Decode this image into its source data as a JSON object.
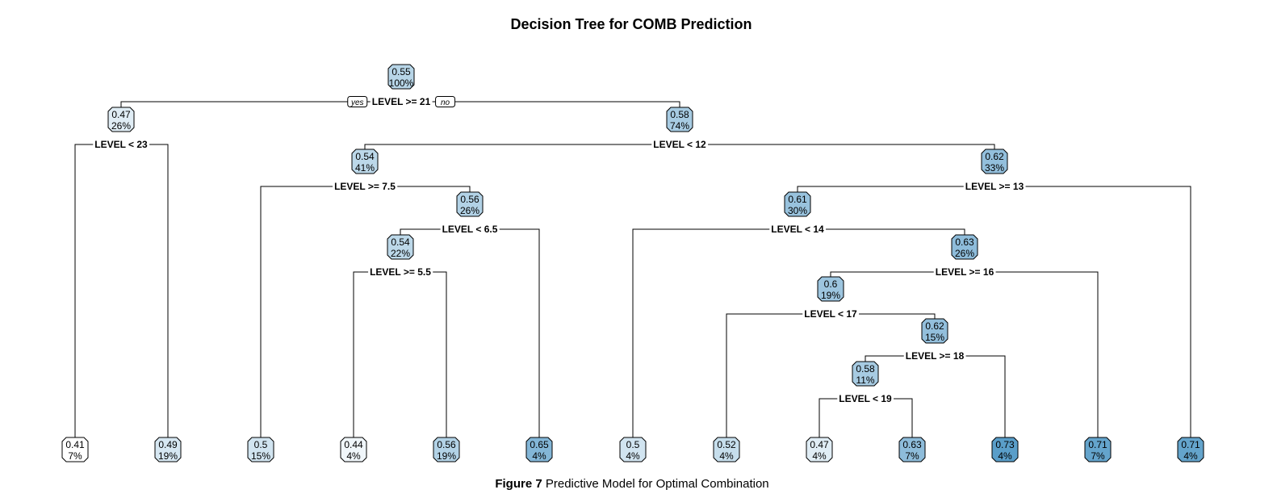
{
  "title": "Decision Tree for COMB Prediction",
  "caption": {
    "label": "Figure 7",
    "text": "Predictive Model for Optimal Combination"
  },
  "branch_labels": {
    "yes": "yes",
    "no": "no"
  },
  "colors": {
    "low": "#ffffff",
    "high": "#5a9ec9"
  },
  "tree": {
    "nodes": [
      {
        "id": "n0",
        "value": "0.55",
        "pct": "100%",
        "split": "LEVEL >= 21"
      },
      {
        "id": "n1",
        "value": "0.47",
        "pct": "26%",
        "split": "LEVEL < 23"
      },
      {
        "id": "n2",
        "value": "0.58",
        "pct": "74%",
        "split": "LEVEL < 12"
      },
      {
        "id": "n3",
        "value": "0.54",
        "pct": "41%",
        "split": "LEVEL >= 7.5"
      },
      {
        "id": "n4",
        "value": "0.62",
        "pct": "33%",
        "split": "LEVEL >= 13"
      },
      {
        "id": "n5",
        "value": "0.56",
        "pct": "26%",
        "split": "LEVEL < 6.5"
      },
      {
        "id": "n6",
        "value": "0.54",
        "pct": "22%",
        "split": "LEVEL >= 5.5"
      },
      {
        "id": "n7",
        "value": "0.61",
        "pct": "30%",
        "split": "LEVEL < 14"
      },
      {
        "id": "n8",
        "value": "0.63",
        "pct": "26%",
        "split": "LEVEL >= 16"
      },
      {
        "id": "n9",
        "value": "0.6",
        "pct": "19%",
        "split": "LEVEL < 17"
      },
      {
        "id": "n10",
        "value": "0.62",
        "pct": "15%",
        "split": "LEVEL >= 18"
      },
      {
        "id": "n11",
        "value": "0.58",
        "pct": "11%",
        "split": "LEVEL < 19"
      },
      {
        "id": "l1",
        "value": "0.41",
        "pct": "7%"
      },
      {
        "id": "l2",
        "value": "0.49",
        "pct": "19%"
      },
      {
        "id": "l3",
        "value": "0.5",
        "pct": "15%"
      },
      {
        "id": "l4",
        "value": "0.44",
        "pct": "4%"
      },
      {
        "id": "l5",
        "value": "0.56",
        "pct": "19%"
      },
      {
        "id": "l6",
        "value": "0.65",
        "pct": "4%"
      },
      {
        "id": "l7",
        "value": "0.5",
        "pct": "4%"
      },
      {
        "id": "l8",
        "value": "0.52",
        "pct": "4%"
      },
      {
        "id": "l9",
        "value": "0.47",
        "pct": "4%"
      },
      {
        "id": "l10",
        "value": "0.63",
        "pct": "7%"
      },
      {
        "id": "l11",
        "value": "0.73",
        "pct": "4%"
      },
      {
        "id": "l12",
        "value": "0.71",
        "pct": "7%"
      },
      {
        "id": "l13",
        "value": "0.71",
        "pct": "4%"
      }
    ],
    "edges": [
      [
        "n0",
        "n1"
      ],
      [
        "n0",
        "n2"
      ],
      [
        "n1",
        "l1"
      ],
      [
        "n1",
        "l2"
      ],
      [
        "n2",
        "n3"
      ],
      [
        "n2",
        "n4"
      ],
      [
        "n3",
        "l3"
      ],
      [
        "n3",
        "n5"
      ],
      [
        "n5",
        "n6"
      ],
      [
        "n5",
        "l6"
      ],
      [
        "n6",
        "l4"
      ],
      [
        "n6",
        "l5"
      ],
      [
        "n4",
        "n7"
      ],
      [
        "n4",
        "l13"
      ],
      [
        "n7",
        "l7"
      ],
      [
        "n7",
        "n8"
      ],
      [
        "n8",
        "n9"
      ],
      [
        "n8",
        "l12"
      ],
      [
        "n9",
        "l8"
      ],
      [
        "n9",
        "n10"
      ],
      [
        "n10",
        "n11"
      ],
      [
        "n10",
        "l11"
      ],
      [
        "n11",
        "l9"
      ],
      [
        "n11",
        "l10"
      ]
    ]
  }
}
